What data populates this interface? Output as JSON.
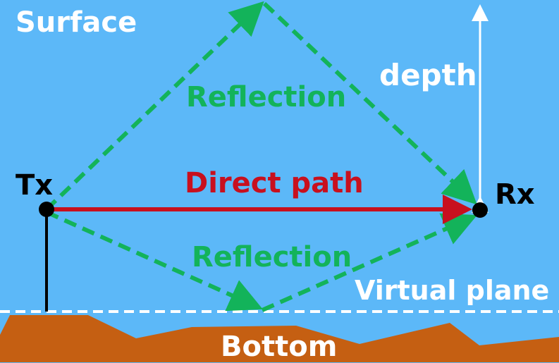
{
  "labels": {
    "surface": "Surface",
    "depth": "depth",
    "reflection_top": "Reflection",
    "direct_path": "Direct path",
    "tx": "Tx",
    "rx": "Rx",
    "reflection_bottom": "Reflection",
    "virtual_plane": "Virtual plane",
    "bottom": "Bottom"
  },
  "colors": {
    "water": "#5cb8f8",
    "seabed": "#c55f12",
    "reflection": "#13b35a",
    "direct": "#c8101e",
    "node": "#000000",
    "annotation": "#ffffff"
  }
}
